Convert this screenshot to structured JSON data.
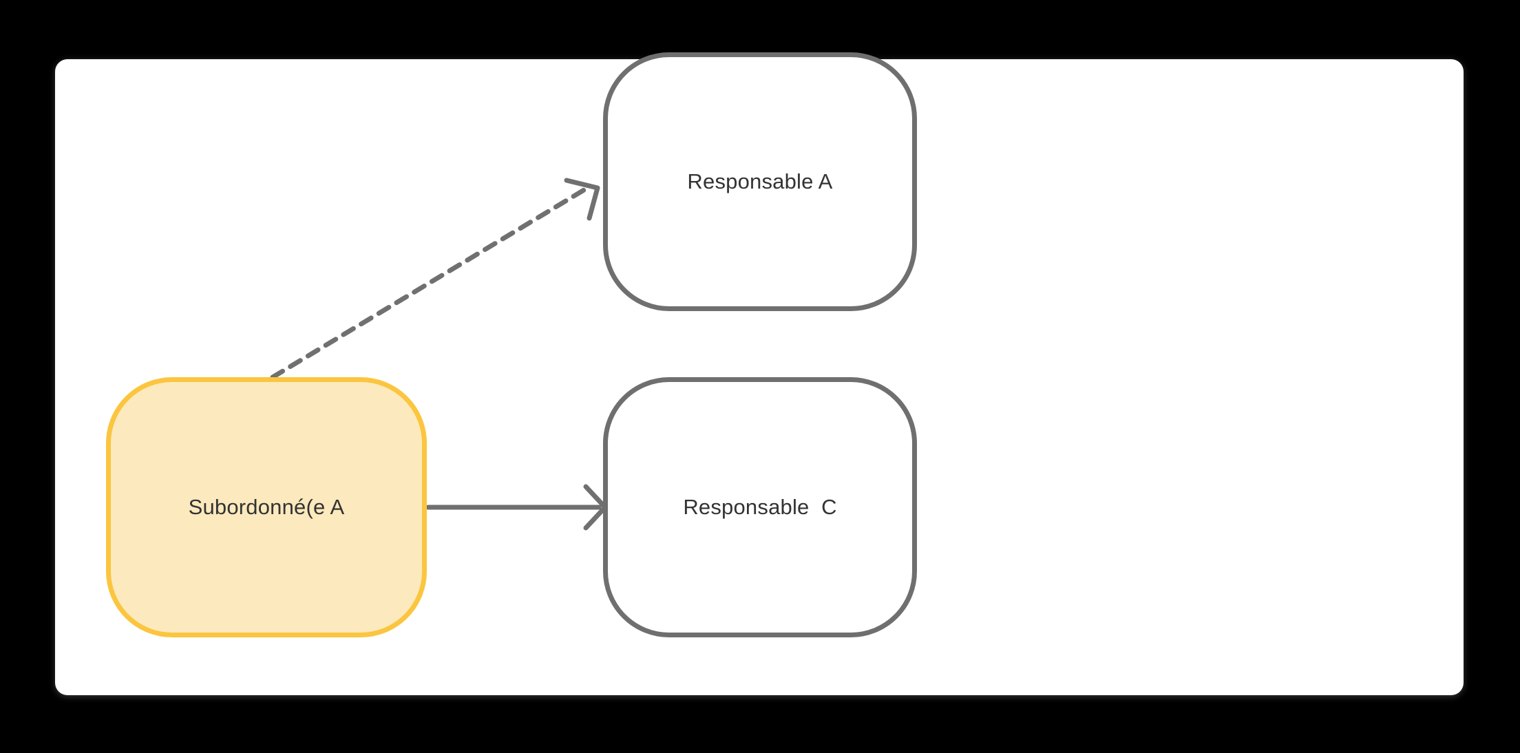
{
  "canvas": {
    "background_color": "#000000",
    "card_color": "#ffffff"
  },
  "diagram": {
    "type": "flowchart",
    "title": "",
    "nodes": [
      {
        "id": "responsable-a",
        "label": "Responsable A",
        "shape": "rounded-rectangle",
        "fill": "#ffffff",
        "stroke": "#6f6f6f",
        "text_color": "#333333",
        "highlighted": false
      },
      {
        "id": "responsable-c",
        "label": "Responsable  C",
        "shape": "rounded-rectangle",
        "fill": "#ffffff",
        "stroke": "#6f6f6f",
        "text_color": "#333333",
        "highlighted": false
      },
      {
        "id": "subordonne-a",
        "label": "Subordonné(e A",
        "shape": "rounded-rectangle",
        "fill": "#fce9bd",
        "stroke": "#fbc53f",
        "text_color": "#333333",
        "highlighted": true
      }
    ],
    "edges": [
      {
        "id": "edge-subordonne-to-responsable-a",
        "from": "subordonne-a",
        "to": "responsable-a",
        "style": "dashed",
        "label": "",
        "color": "#707070",
        "arrowhead": "open-v"
      },
      {
        "id": "edge-subordonne-to-responsable-c",
        "from": "subordonne-a",
        "to": "responsable-c",
        "style": "solid",
        "label": "",
        "color": "#707070",
        "arrowhead": "open-v"
      }
    ]
  }
}
